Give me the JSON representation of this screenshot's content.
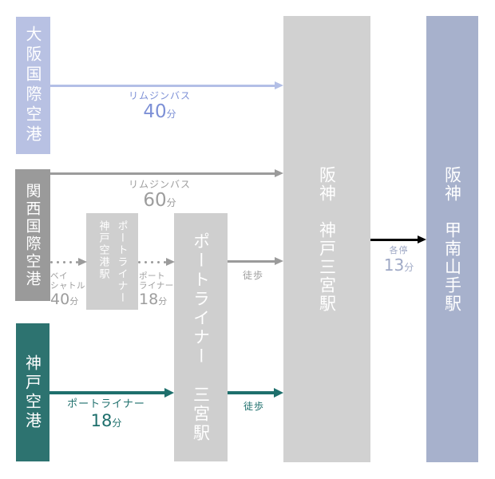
{
  "nodes": {
    "osaka_airport": {
      "name": "大阪国際空港"
    },
    "kansai_airport": {
      "name": "関西国際空港"
    },
    "kobe_airport": {
      "name": "神戸空港"
    },
    "portliner_kobe_airport_station": {
      "line": "ポートライナー",
      "station": "神戸空港駅"
    },
    "portliner_sannomiya_station": {
      "name": "ポートライナー　三宮駅"
    },
    "hanshin_kobe_sannomiya_station": {
      "name": "阪神　神戸三宮駅"
    },
    "hanshin_konan_yamate_station": {
      "name": "阪神　甲南山手駅"
    }
  },
  "edges": {
    "itami_limousine_bus": {
      "mode": "リムジンバス",
      "minutes": "40",
      "unit": "分"
    },
    "kansai_limousine_bus": {
      "mode": "リムジンバス",
      "minutes": "60",
      "unit": "分"
    },
    "bay_shuttle": {
      "mode": "ベイ\nシャトル",
      "minutes": "40",
      "unit": "分"
    },
    "portliner_from_kobe_airport_station": {
      "mode": "ポート\nライナー",
      "minutes": "18",
      "unit": "分"
    },
    "walk_gray": {
      "label": "徒歩"
    },
    "portliner_from_kobe_airport": {
      "mode": "ポートライナー",
      "minutes": "18",
      "unit": "分"
    },
    "walk_teal": {
      "label": "徒歩"
    },
    "hanshin_local_train": {
      "mode": "各停",
      "minutes": "13",
      "unit": "分"
    }
  },
  "colors": {
    "osaka_box": "#b8c1e3",
    "osaka_route": "#b3bfe6",
    "osaka_label": "#7d90d6",
    "kansai_box": "#9a9a9a",
    "gray_route": "#9b9b9b",
    "gray_label": "#9d9d9d",
    "kobe_box": "#2d7370",
    "teal_route": "#1e6f6c",
    "station_box_light": "#d1d1d1",
    "konan_box": "#a7b1cc",
    "local_label": "#9fa9c6",
    "black_route": "#000000",
    "node_text": "#ffffff"
  }
}
